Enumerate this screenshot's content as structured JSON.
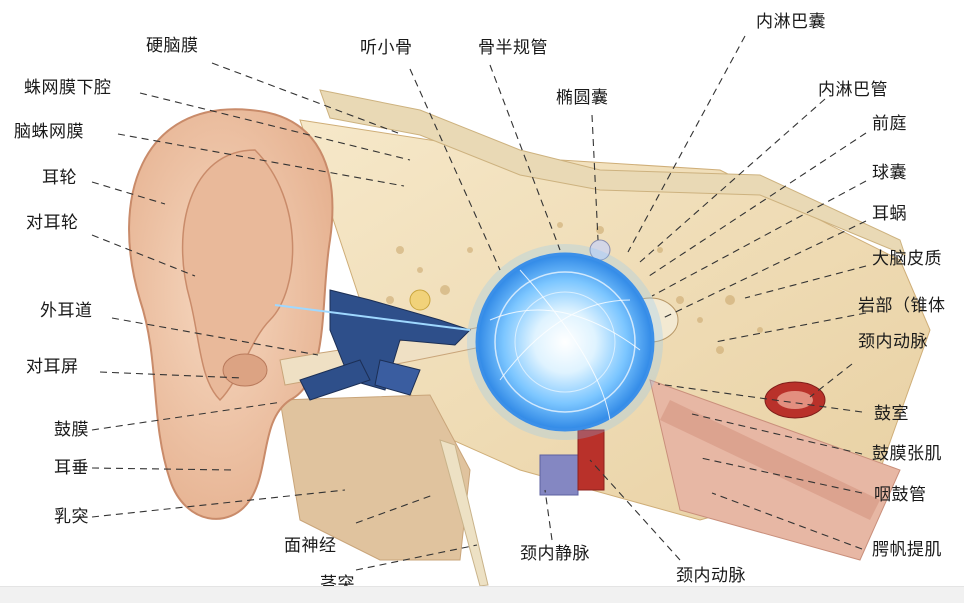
{
  "colors": {
    "skin": "#f0c9ad",
    "skin_shadow": "#d79c7c",
    "bone": "#f3e2bf",
    "canal": "#efe0c4",
    "artery": "#b9312a",
    "vein": "#8487c2",
    "muscle": "#e7b7a4",
    "orb_glow": "#58b8ff",
    "leader_line": "#333333"
  },
  "labels": {
    "dura_mater": "硬脑膜",
    "subarachnoid_space": "蛛网膜下腔",
    "arachnoid": "脑蛛网膜",
    "helix": "耳轮",
    "antihelix": "对耳轮",
    "external_canal": "外耳道",
    "antitragus": "对耳屏",
    "eardrum": "鼓膜",
    "earlobe": "耳垂",
    "mastoid": "乳突",
    "facial_nerve": "面神经",
    "styloid": "茎突",
    "ossicles": "听小骨",
    "semicircular_canals": "骨半规管",
    "utricle": "椭圆囊",
    "endolymphatic_sac": "内淋巴囊",
    "endolymphatic_duct": "内淋巴管",
    "vestibule": "前庭",
    "saccule": "球囊",
    "cochlea": "耳蜗",
    "cerebral_cortex": "大脑皮质",
    "petrous_part": "岩部（锥体",
    "internal_carotid_right": "颈内动脉",
    "tympanic_cavity": "鼓室",
    "tensor_tympani": "鼓膜张肌",
    "eustachian_tube": "咽鼓管",
    "tensor_veli_palatini": "腭帆提肌",
    "internal_jugular_vein": "颈内静脉",
    "internal_carotid_bottom": "颈内动脉"
  }
}
